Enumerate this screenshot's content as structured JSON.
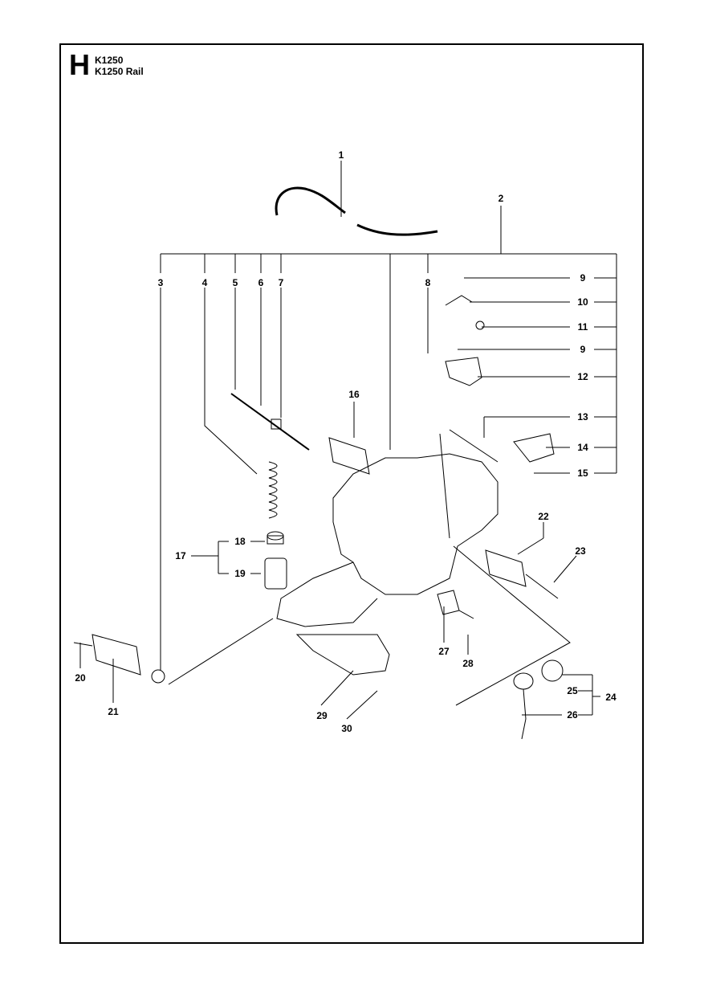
{
  "header": {
    "section_letter": "H",
    "models": [
      "K1250",
      "K1250 Rail"
    ]
  },
  "callouts": [
    "1",
    "2",
    "3",
    "4",
    "5",
    "6",
    "7",
    "8",
    "9",
    "10",
    "11",
    "9",
    "12",
    "13",
    "14",
    "15",
    "16",
    "17",
    "18",
    "19",
    "20",
    "21",
    "22",
    "23",
    "24",
    "25",
    "26",
    "27",
    "28",
    "29",
    "30"
  ]
}
